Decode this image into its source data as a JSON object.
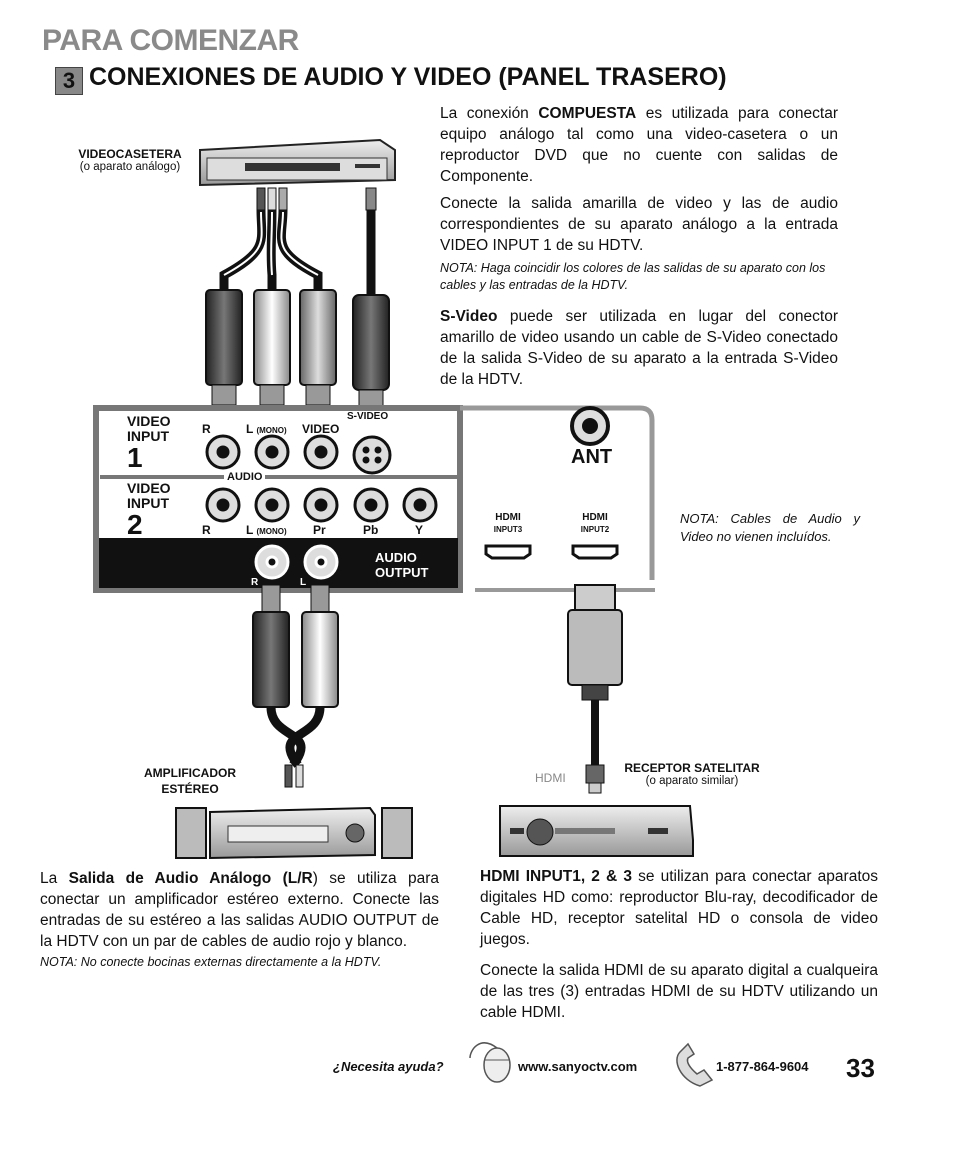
{
  "header": {
    "section": "PARA COMENZAR",
    "step_number": "3",
    "title": "CONEXIONES DE AUDIO Y VIDEO (PANEL TRASERO)"
  },
  "composite": {
    "p1_pre": "La conexión ",
    "p1_bold": "COMPUESTA",
    "p1_post": " es utilizada para conectar equipo análogo tal como una video-casetera o un reproductor DVD que no cuente con salidas de Componente.",
    "p2": "Conecte la salida amarilla de video y las de audio correspondientes de su aparato análogo a la entrada VIDEO INPUT 1 de su HDTV.",
    "note_label": "NOTA",
    "note_text": ": Haga coincidir los colores de las salidas de su aparato con los cables y las entradas de la HDTV.",
    "svideo_bold": "S-Video",
    "svideo_text": " puede ser utilizada en lugar del conector amarillo de video usando un cable de S-Video conectado de la salida S-Video de su aparato a la entrada S-Video de la HDTV."
  },
  "diagram": {
    "vcr_label": "VIDEOCASETERA",
    "vcr_sub": "(o aparato análogo)",
    "video_input_1": [
      "VIDEO",
      "INPUT",
      "1"
    ],
    "video_input_2": [
      "VIDEO",
      "INPUT",
      "2"
    ],
    "port_r": "R",
    "port_l": "L",
    "mono": "(MONO)",
    "port_video": "VIDEO",
    "port_svideo": "S-VIDEO",
    "audio": "AUDIO",
    "pr": "Pr",
    "pb": "Pb",
    "y": "Y",
    "ant": "ANT",
    "hdmi_logo": "HDMI",
    "hdmi_input3": "INPUT3",
    "hdmi_input2": "INPUT2",
    "audio_output": [
      "AUDIO",
      "OUTPUT"
    ],
    "out_r": "R",
    "out_l": "L",
    "note_label": "NOTA",
    "note_cables": ": Cables de Audio y Video no vienen incluídos.",
    "amp_label": [
      "AMPLIFICADOR",
      "ESTÉREO"
    ],
    "hdmi_cable_label": "HDMI",
    "sat_label": "RECEPTOR SATELITAR",
    "sat_sub": "(o aparato similar)"
  },
  "audio_out": {
    "pre": "La ",
    "bold": "Salida de Audio Análogo (L/R",
    "post": ") se utiliza para conectar un amplificador estéreo externo. Conecte las entradas de su estéreo a las salidas AUDIO OUTPUT de la HDTV con un par de cables de audio rojo y blanco.",
    "note_label": "NOTA",
    "note_text": ": No conecte bocinas externas directamente a la HDTV."
  },
  "hdmi": {
    "bold": "HDMI INPUT1, 2 & 3",
    "p1_post": " se utilizan para conectar aparatos digitales HD como: reproductor Blu-ray, decodificador de Cable HD, receptor satelital HD o consola de video juegos.",
    "p2": "Conecte la salida HDMI de su aparato digital a cualqueira de las tres (3) entradas HDMI de su HDTV utilizando un cable HDMI."
  },
  "footer": {
    "help": "¿Necesita ayuda?",
    "website": "www.sanyoctv.com",
    "phone": "1-877-864-9604",
    "page": "33"
  }
}
